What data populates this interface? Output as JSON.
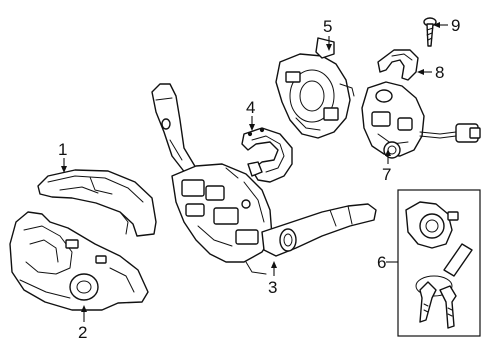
{
  "diagram": {
    "callouts": [
      {
        "id": "c1",
        "label": "1"
      },
      {
        "id": "c2",
        "label": "2"
      },
      {
        "id": "c3",
        "label": "3"
      },
      {
        "id": "c4",
        "label": "4"
      },
      {
        "id": "c5",
        "label": "5"
      },
      {
        "id": "c6",
        "label": "6"
      },
      {
        "id": "c7",
        "label": "7"
      },
      {
        "id": "c8",
        "label": "8"
      },
      {
        "id": "c9",
        "label": "9"
      }
    ],
    "colors": {
      "line": "#111111",
      "background": "#ffffff"
    }
  }
}
